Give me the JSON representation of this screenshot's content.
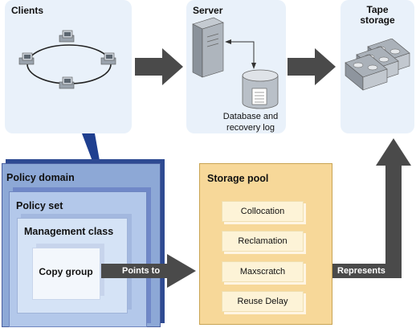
{
  "clients": {
    "title": "Clients"
  },
  "server": {
    "title": "Server",
    "db_label_line1": "Database and",
    "db_label_line2": "recovery log"
  },
  "tape": {
    "title_line1": "Tape",
    "title_line2": "storage"
  },
  "policy": {
    "domain": "Policy domain",
    "set": "Policy set",
    "management_class": "Management class",
    "copy_group": "Copy group",
    "points_to": "Points to"
  },
  "storage_pool": {
    "title": "Storage pool",
    "items": [
      "Collocation",
      "Reclamation",
      "Maxscratch",
      "Reuse Delay"
    ],
    "represents": "Represents"
  },
  "colors": {
    "panel_bg": "#e9f1fa",
    "arrow": "#4a4a4a",
    "policy_domain": "#8da8d6",
    "storage_pool": "#f7d899",
    "accent_blue": "#1f3f8f"
  }
}
